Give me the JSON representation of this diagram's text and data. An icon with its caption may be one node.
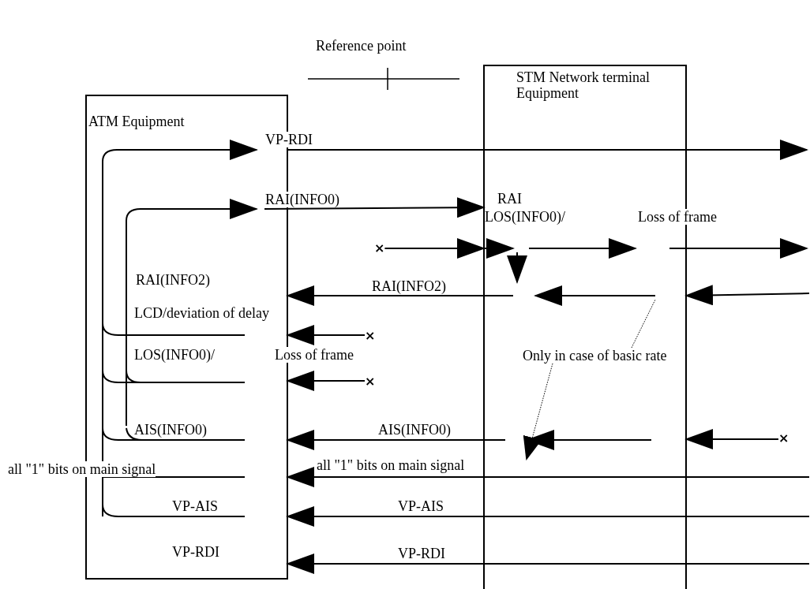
{
  "diagram": {
    "nodes": [
      {
        "text": [
          "ATM Equipment"
        ]
      },
      {
        "text": [
          "STM Network terminal Equipment"
        ]
      },
      {
        "text": [
          "×"
        ]
      },
      {
        "text": [
          "×"
        ]
      },
      {
        "text": [
          "Only in case of basic rate"
        ],
        "in": 1
      },
      {
        "text": [
          "×"
        ]
      },
      {
        "text": [
          "×"
        ]
      }
    ],
    "edges": [
      {
        "from": 0,
        "to": null,
        "arrow": "to",
        "label": "VP-RDI"
      },
      {
        "from": 0,
        "to": 1,
        "arrow": "to",
        "label": "RAI(INFO0)"
      },
      {
        "from": 2,
        "to": 1,
        "arrow": "to"
      },
      {
        "from": 1,
        "to": 0,
        "arrow": "to",
        "label": "RAI(INFO2)"
      },
      {
        "from": null,
        "to": 1,
        "arrow": "to"
      },
      {
        "from": 1,
        "to": null,
        "arrow": "to"
      },
      {
        "from": 3,
        "to": 0,
        "arrow": "to"
      },
      {
        "from": 5,
        "to": 0,
        "arrow": "to"
      },
      {
        "from": 1,
        "to": 0,
        "arrow": "to",
        "label": "AIS(INFO0)"
      },
      {
        "from": 6,
        "to": 1,
        "arrow": "to"
      },
      {
        "from": null,
        "to": 0,
        "arrow": "to",
        "label": "all \"1\" bits on main signal"
      },
      {
        "from": null,
        "to": 0,
        "arrow": "to",
        "label": "VP-AIS"
      },
      {
        "from": null,
        "to": 0,
        "arrow": "to",
        "label": "VP-RDI"
      },
      {
        "from": 4,
        "to": 1,
        "arrow": "to",
        "style": "dashed"
      },
      {
        "from": 4,
        "to": 1,
        "arrow": "none",
        "style": "dashed"
      }
    ],
    "labels": [
      "Reference point",
      "RAI",
      "LOS(INFO0)/",
      "Loss of frame",
      "RAI(INFO2)",
      "LCD/deviation of delay",
      "LOS(INFO0)/",
      "Loss of frame",
      "AIS(INFO0)",
      "all \"1\" bits on main signal",
      "VP-AIS",
      "VP-RDI"
    ]
  }
}
